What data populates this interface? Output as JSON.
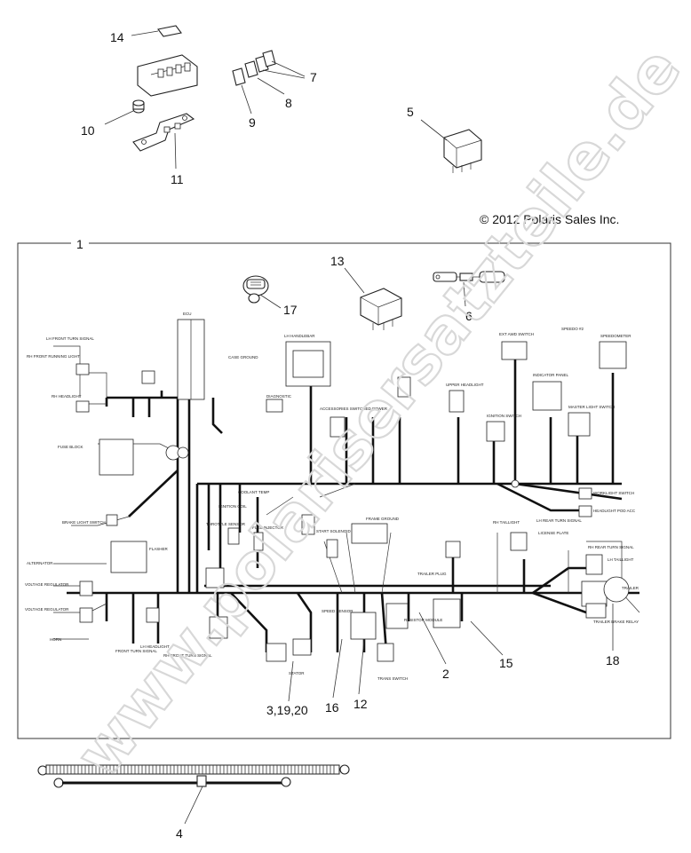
{
  "copyright": "© 2012 Polaris Sales Inc.",
  "watermark": "www.polarisersatzteile.de",
  "callouts": {
    "c1": "1",
    "c2": "2",
    "c3": "3,19,20",
    "c4": "4",
    "c5": "5",
    "c6": "6",
    "c7": "7",
    "c8": "8",
    "c9": "9",
    "c10": "10",
    "c11": "11",
    "c12": "12",
    "c13": "13",
    "c14": "14",
    "c15": "15",
    "c16": "16",
    "c17": "17",
    "c18": "18"
  },
  "harness_labels": {
    "ecu": "ECU",
    "lh_handlebar": "LH HANDLEBAR",
    "case_ground": "CASE GROUND",
    "diagnostic": "DIAGNOSTIC",
    "speedo2": "SPEEDO #2",
    "speedometer": "SPEEDOMETER",
    "ignition_switch": "IGNITION SWITCH",
    "upper_headlight": "UPPER HEADLIGHT",
    "indicator_panel": "INDICATOR PANEL",
    "master_light_switch": "MASTER LIGHT SWITCH",
    "ext_awd_switch": "EXT AWD SWITCH",
    "rh_front_running_light": "RH FRONT RUNNING LIGHT",
    "lh_front_turn_signal": "LH FRONT TURN SIGNAL",
    "rh_headlight": "RH HEADLIGHT",
    "fuse_block": "FUSE BLOCK",
    "brake_light_switch": "BRAKE LIGHT SWITCH",
    "alternator": "ALTERNATOR",
    "voltage_regulator_1": "VOLTAGE REGULATOR",
    "voltage_regulator_2": "VOLTAGE REGULATOR",
    "horn": "HORN",
    "flasher": "FLASHER",
    "coolant_temp": "COOLANT TEMP",
    "ignition_coil": "IGNITION COIL",
    "throttle_sensor": "THROTTLE SENSOR",
    "fuel_injector": "FUEL INJECTOR",
    "start_solenoid": "START SOLENOID",
    "frame_ground": "FRAME GROUND",
    "speed_sensor": "SPEED SENSOR",
    "stator": "STATOR",
    "trans_switch": "TRANS SWITCH",
    "resistor_module": "RESISTOR MODULE",
    "trailer_plug": "TRAILER PLUG",
    "rh_taillight": "RH TAILLIGHT",
    "license_plate": "LICENSE PLATE",
    "lh_rear_turn_signal": "LH REAR TURN SIGNAL",
    "trailer": "TRAILER",
    "trailer_brake_relay": "TRAILER BRAKE RELAY",
    "worklight_switch": "WORKLIGHT SWITCH",
    "headlight_pod_acc": "HEADLIGHT POD ACC",
    "accessories_switched_power": "ACCESSORIES SWITCHED POWER",
    "front_turn_signal": "FRONT TURN SIGNAL",
    "lh_headlight": "LH HEADLIGHT",
    "rh_front_turn_signal": "RH FRONT TURN SIGNAL",
    "rh_rear_turn_signal": "RH REAR TURN SIGNAL",
    "lh_taillight": "LH TAILLIGHT"
  }
}
